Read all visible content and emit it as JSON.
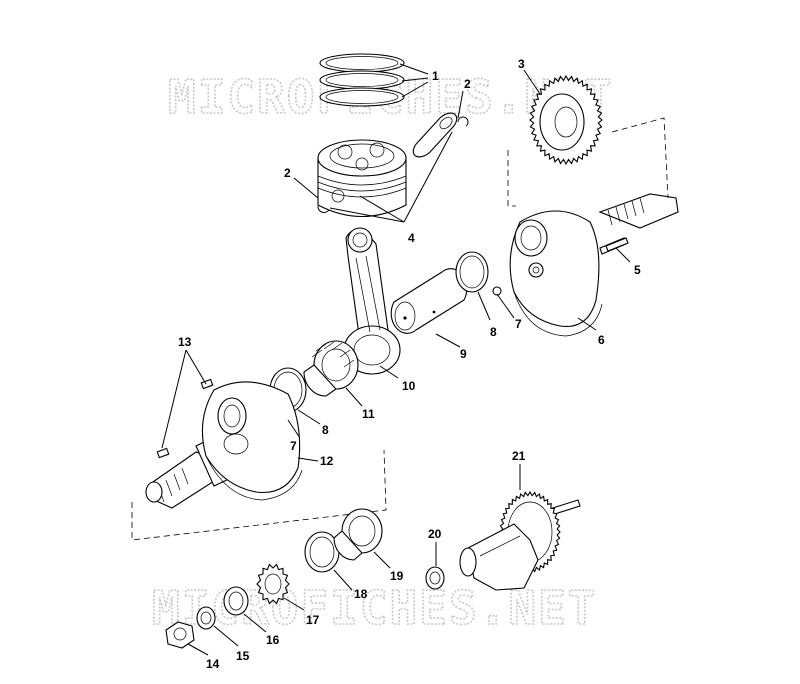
{
  "watermark": {
    "top": "MICROFICHES.NET",
    "bottom": "MICROFICHES.NET"
  },
  "callouts": {
    "p1": "1",
    "p2a": "2",
    "p2b": "2",
    "p3": "3",
    "p4": "4",
    "p5": "5",
    "p6": "6",
    "p7a": "7",
    "p7b": "7",
    "p8a": "8",
    "p8b": "8",
    "p9": "9",
    "p10": "10",
    "p11": "11",
    "p12": "12",
    "p13": "13",
    "p14": "14",
    "p15": "15",
    "p16": "16",
    "p17": "17",
    "p18": "18",
    "p19": "19",
    "p20": "20",
    "p21": "21"
  }
}
